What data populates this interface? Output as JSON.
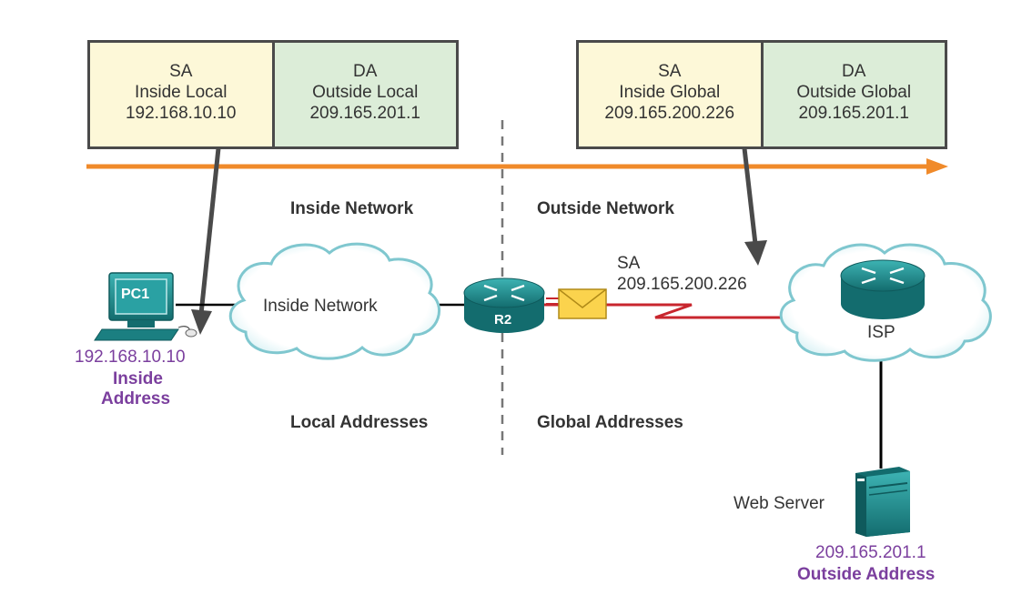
{
  "left_packet": {
    "sa": {
      "header": "SA",
      "type": "Inside Local",
      "address": "192.168.10.10"
    },
    "da": {
      "header": "DA",
      "type": "Outside Local",
      "address": "209.165.201.1"
    }
  },
  "right_packet": {
    "sa": {
      "header": "SA",
      "type": "Inside Global",
      "address": "209.165.200.226"
    },
    "da": {
      "header": "DA",
      "type": "Outside Global",
      "address": "209.165.201.1"
    }
  },
  "labels": {
    "inside_network": "Inside Network",
    "outside_network": "Outside Network",
    "local_addresses": "Local Addresses",
    "global_addresses": "Global Addresses"
  },
  "pc1": {
    "name": "PC1",
    "address": "192.168.10.10",
    "caption_line1": "Inside",
    "caption_line2": "Address"
  },
  "inside_cloud": {
    "label": "Inside Network"
  },
  "router": {
    "name": "R2"
  },
  "link_sa": {
    "header": "SA",
    "address": "209.165.200.226"
  },
  "isp": {
    "name": "ISP"
  },
  "web_server": {
    "name": "Web Server",
    "address": "209.165.201.1",
    "caption": "Outside Address"
  },
  "colors": {
    "flow_arrow": "#f08a2a",
    "serial_link": "#c8262e",
    "device_teal": "#1e8c8e",
    "cloud_stroke": "#7fc7cf",
    "address_purple": "#7b3f9e",
    "sa_fill": "#fdf8d8",
    "da_fill": "#dcedd8"
  }
}
